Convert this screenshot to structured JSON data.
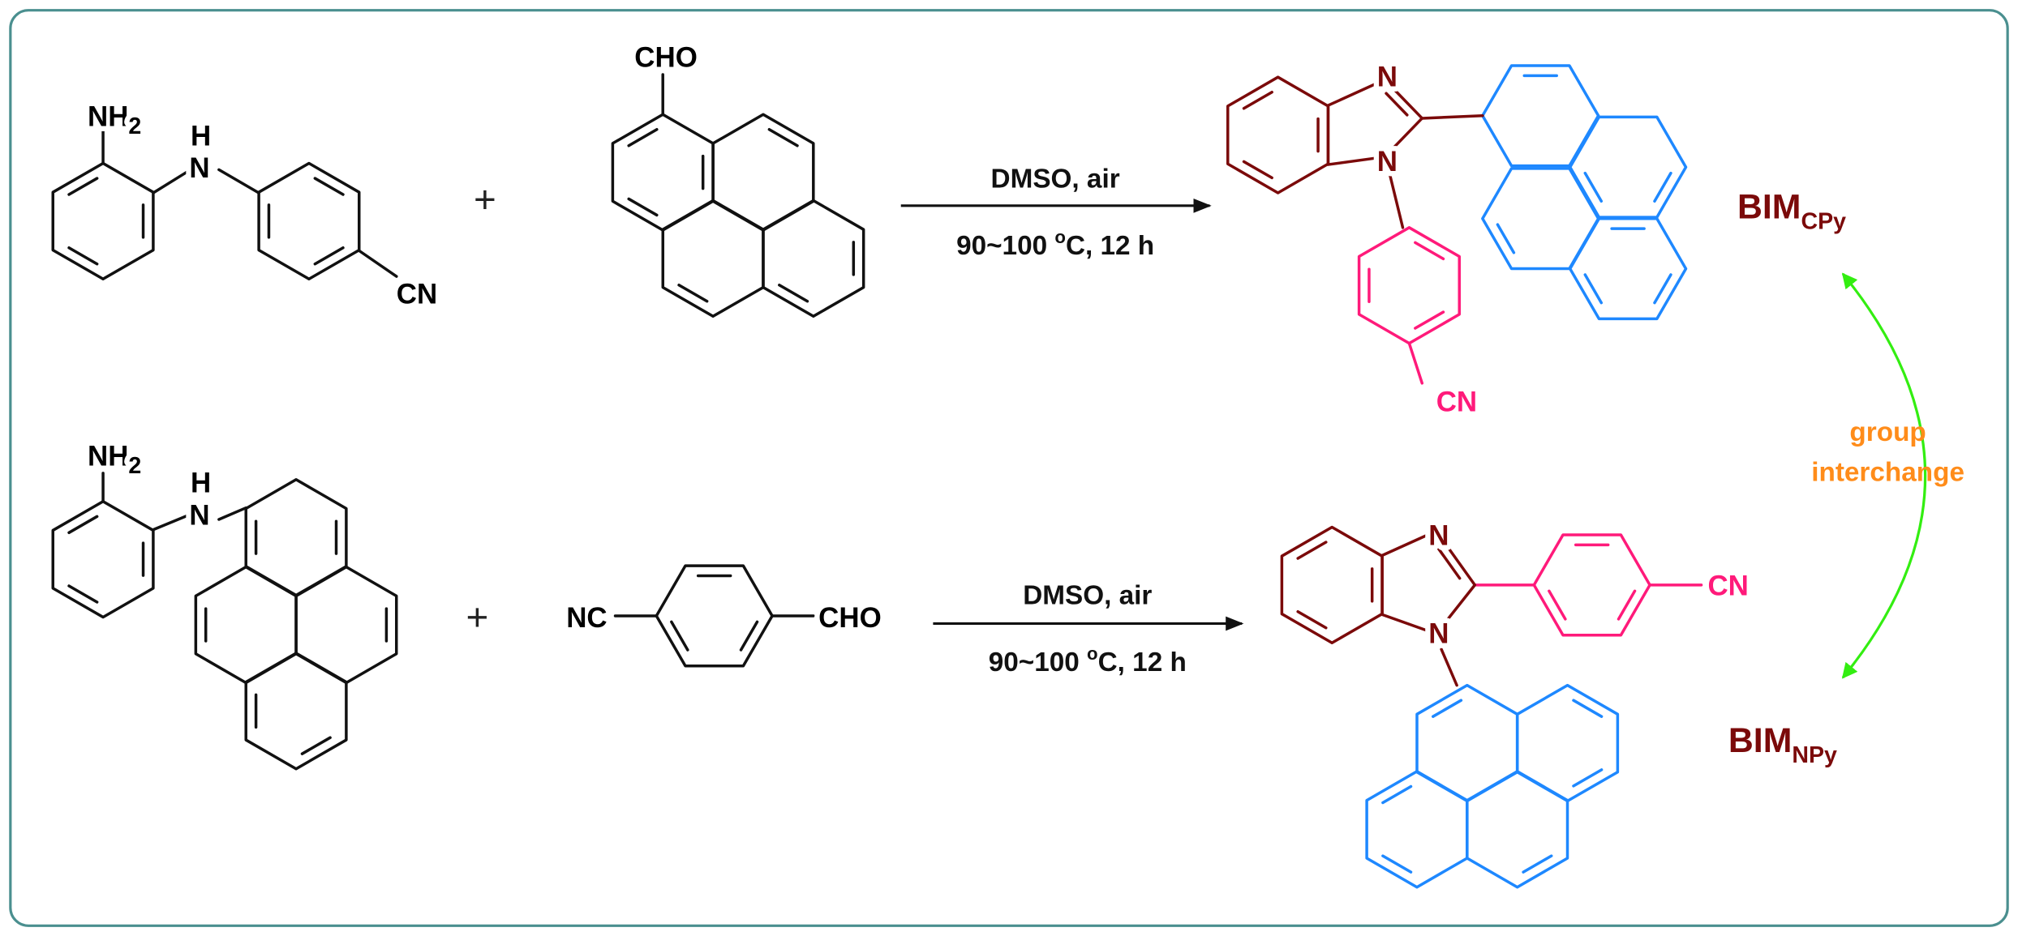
{
  "colors": {
    "frame": "#4a8f8f",
    "benzimidazole": "#7b0a0a",
    "cyanophenyl": "#ff1a7a",
    "pyrene": "#1e88ff",
    "interchange_arrow": "#33ee11",
    "interchange_text": "#ff8c1a"
  },
  "atoms": {
    "nh2": "NH",
    "nh2_sub": "2",
    "h": "H",
    "n": "N",
    "cn": "CN",
    "nc": "NC",
    "cho": "CHO"
  },
  "plus": "+",
  "reactions": [
    {
      "reagent": "DMSO, air",
      "temp_prefix": "90~100 ",
      "temp_sup": "o",
      "temp_suffix": "C, 12 h"
    },
    {
      "reagent": "DMSO, air",
      "temp_prefix": "90~100 ",
      "temp_sup": "o",
      "temp_suffix": "C, 12 h"
    }
  ],
  "products": [
    {
      "name": "BIM",
      "sub": "CPy"
    },
    {
      "name": "BIM",
      "sub": "NPy"
    }
  ],
  "interchange": {
    "line1": "group",
    "line2": "interchange"
  }
}
